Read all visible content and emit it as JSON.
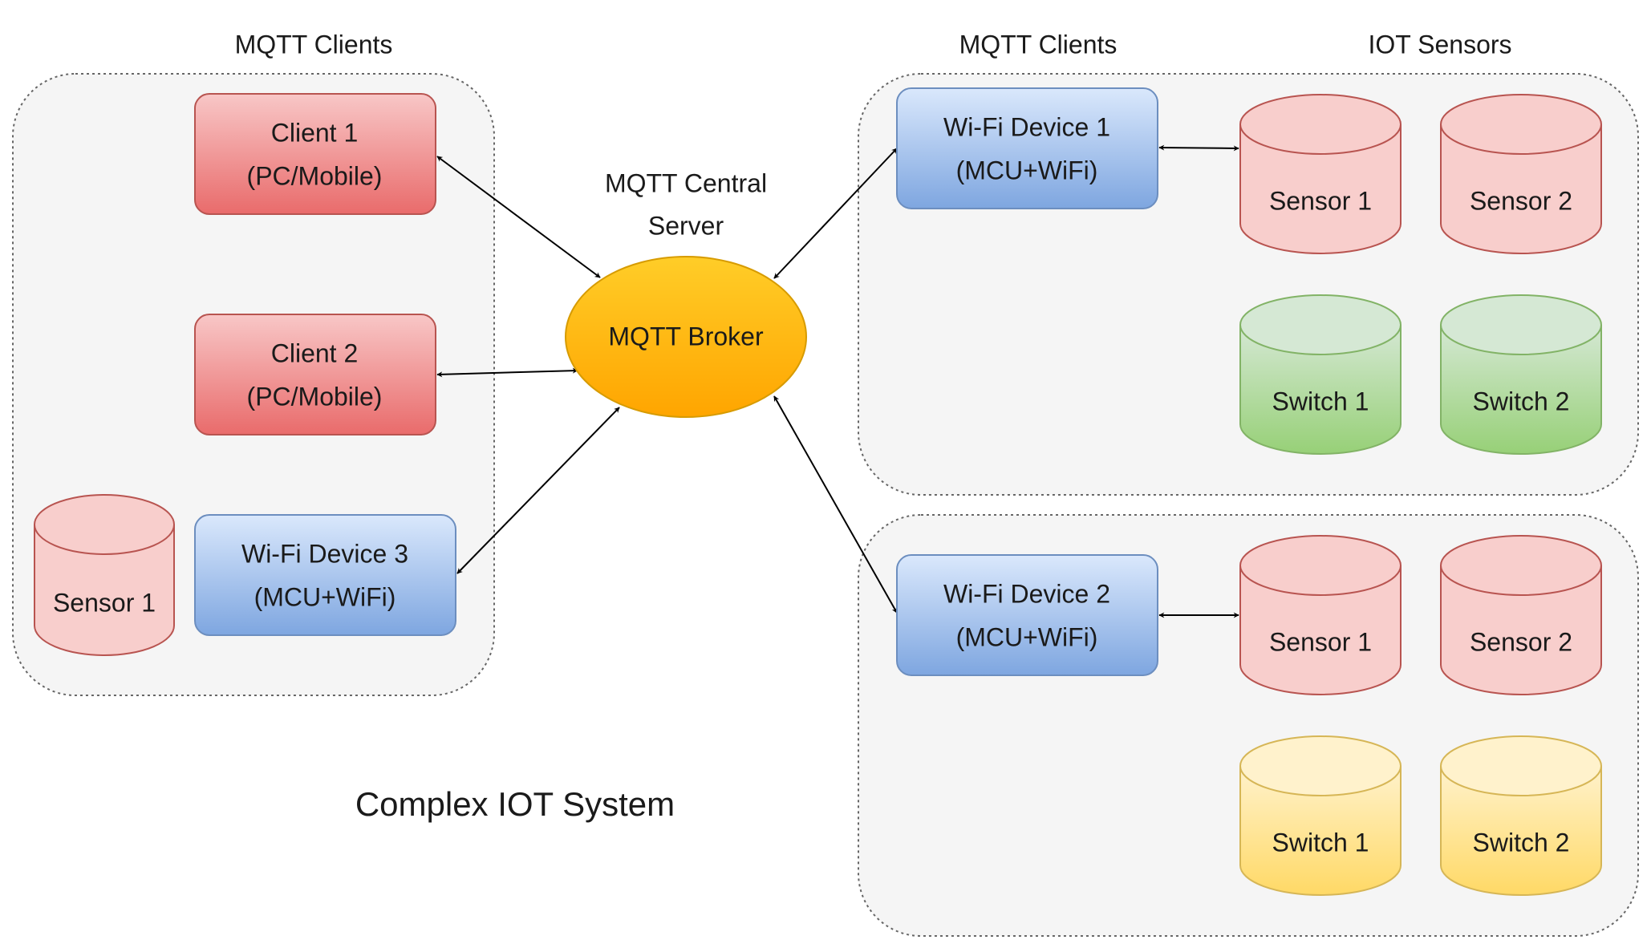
{
  "headings": {
    "left_clients": "MQTT Clients",
    "right_clients": "MQTT Clients",
    "iot_sensors": "IOT Sensors",
    "server_line1": "MQTT Central",
    "server_line2": "Server"
  },
  "title": "Complex IOT System",
  "broker": {
    "label": "MQTT Broker"
  },
  "left_group": {
    "client1": {
      "line1": "Client 1",
      "line2": "(PC/Mobile)"
    },
    "client2": {
      "line1": "Client 2",
      "line2": "(PC/Mobile)"
    },
    "wifi3": {
      "line1": "Wi-Fi Device 3",
      "line2": "(MCU+WiFi)"
    },
    "sensor1": {
      "label": "Sensor 1"
    }
  },
  "right_top_group": {
    "wifi1": {
      "line1": "Wi-Fi Device 1",
      "line2": "(MCU+WiFi)"
    },
    "sensor1": {
      "label": "Sensor 1"
    },
    "sensor2": {
      "label": "Sensor 2"
    },
    "switch1": {
      "label": "Switch 1"
    },
    "switch2": {
      "label": "Switch 2"
    }
  },
  "right_bottom_group": {
    "wifi2": {
      "line1": "Wi-Fi Device 2",
      "line2": "(MCU+WiFi)"
    },
    "sensor1": {
      "label": "Sensor 1"
    },
    "sensor2": {
      "label": "Sensor 2"
    },
    "switch1": {
      "label": "Switch 1"
    },
    "switch2": {
      "label": "Switch 2"
    }
  },
  "colors": {
    "client_fill_top": "#f8c7c7",
    "client_fill_bottom": "#e96b6b",
    "client_stroke": "#b85450",
    "wifi_fill_top": "#dae8fc",
    "wifi_fill_bottom": "#7ea6e0",
    "wifi_stroke": "#6c8ebf",
    "sensor_fill": "#f8cecc",
    "sensor_stroke": "#b85450",
    "switch_green_fill_top": "#d5e8d4",
    "switch_green_fill_bottom": "#97d077",
    "switch_green_stroke": "#82b366",
    "switch_yellow_fill_top": "#fff2cc",
    "switch_yellow_fill_bottom": "#ffd966",
    "switch_yellow_stroke": "#d6b656",
    "broker_fill_top": "#ffcd28",
    "broker_fill_bottom": "#ffa500",
    "broker_stroke": "#d79b00",
    "group_fill": "#f5f5f5",
    "group_stroke": "#666666"
  }
}
